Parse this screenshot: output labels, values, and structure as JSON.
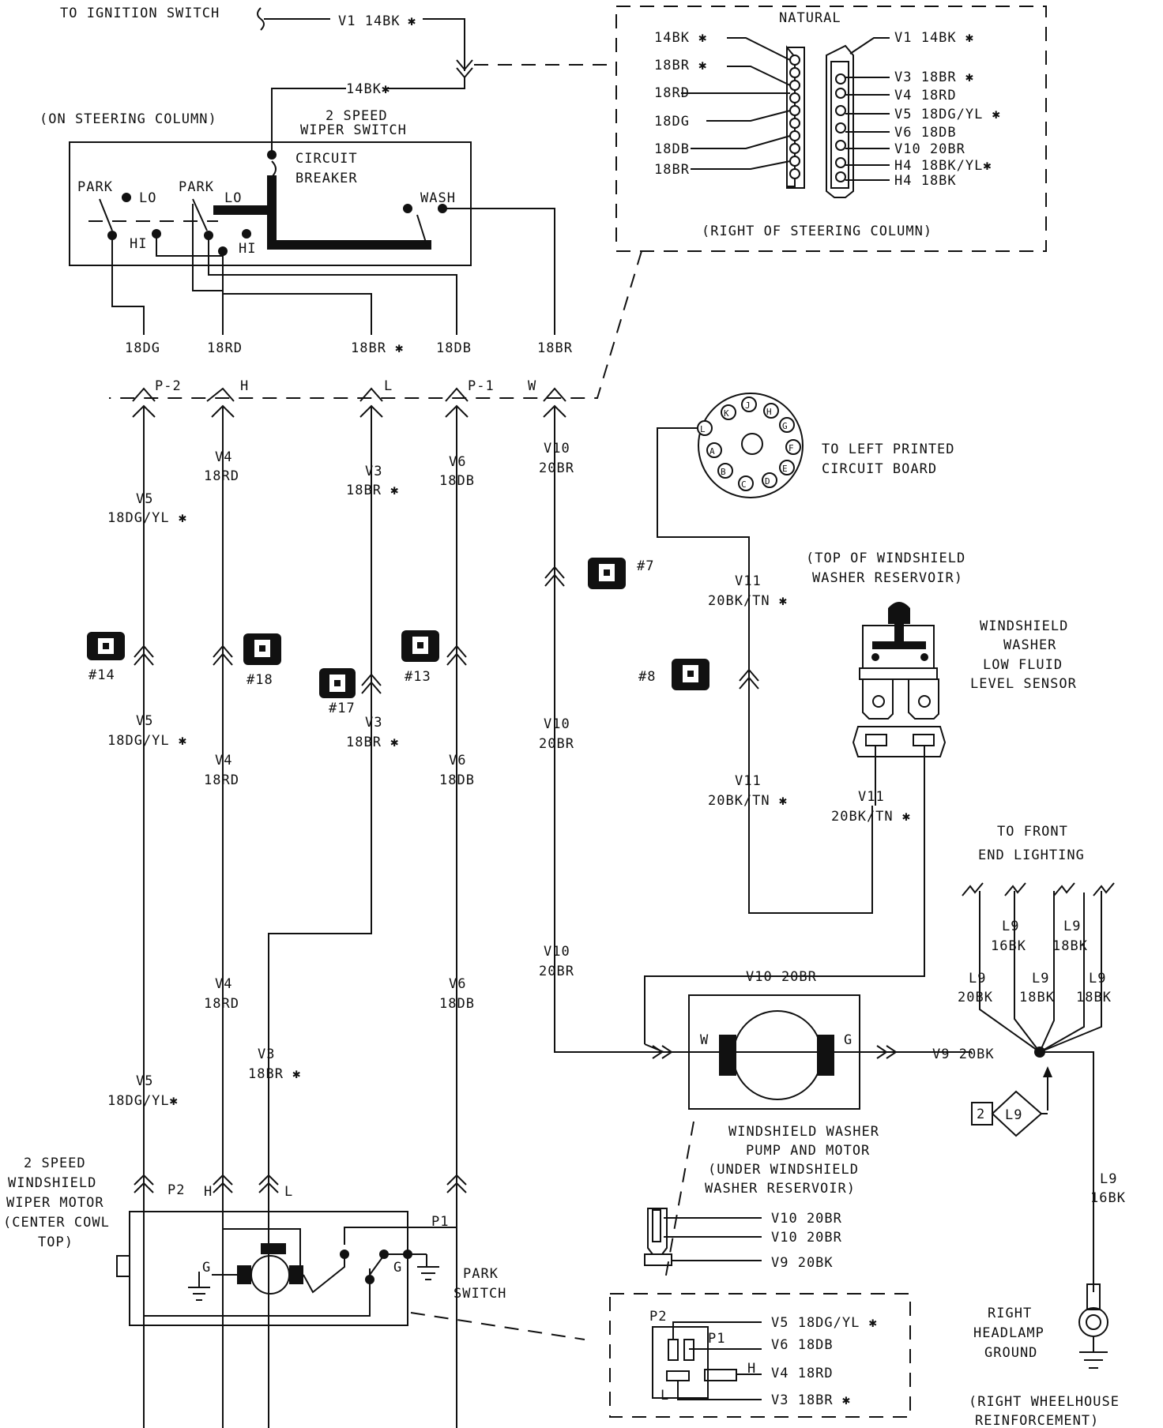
{
  "ignition": {
    "label": "TO IGNITION SWITCH",
    "wire": "V1 14BK",
    "star": "✱",
    "wire2": "14BK✱"
  },
  "switch": {
    "location": "(ON STEERING COLUMN)",
    "title1": "2 SPEED",
    "title2": "WIPER SWITCH",
    "cb1": "CIRCUIT",
    "cb2": "BREAKER",
    "park": "PARK",
    "lo": "LO",
    "hi": "HI",
    "wash": "WASH"
  },
  "connector_top": {
    "natural": "NATURAL",
    "location": "(RIGHT OF STEERING COLUMN)",
    "left": [
      "14BK ✱",
      "18BR ✱",
      "18RD",
      "18DG",
      "18DB",
      "18BR"
    ],
    "right": [
      "V1  14BK  ✱",
      "V3  18BR  ✱",
      "V4  18RD",
      "V5  18DG/YL  ✱",
      "V6  18DB",
      "V10 20BR",
      "H4  18BK/YL✱",
      "H4  18BK"
    ]
  },
  "wire_labels_top": [
    "18DG",
    "18RD",
    "18BR ✱",
    "18DB",
    "18BR"
  ],
  "cavity_labels": [
    "P-2",
    "H",
    "L",
    "P-1",
    "W"
  ],
  "circuits": {
    "v5": [
      "V5",
      "18DG/YL ✱",
      "18DG/YL✱"
    ],
    "v4": [
      "V4",
      "18RD"
    ],
    "v3": [
      "V3",
      "18BR ✱"
    ],
    "v6": [
      "V6",
      "18DB"
    ],
    "v10": [
      "V10",
      "20BR"
    ],
    "v11": [
      "V11",
      "20BK/TN ✱"
    ],
    "v9": "V9  20BK",
    "v10_top": "V10  20BR"
  },
  "splices": [
    "#14",
    "#18",
    "#17",
    "#13",
    "#7",
    "#8"
  ],
  "pcb": {
    "label1": "TO LEFT PRINTED",
    "label2": "CIRCUIT BOARD",
    "pins": [
      "L",
      "K",
      "J",
      "H",
      "G",
      "F",
      "E",
      "D",
      "C",
      "B",
      "A"
    ]
  },
  "reservoir": {
    "label1": "(TOP OF WINDSHIELD",
    "label2": "WASHER RESERVOIR)"
  },
  "sensor": {
    "l1": "WINDSHIELD",
    "l2": "WASHER",
    "l3": "LOW FLUID",
    "l4": "LEVEL SENSOR"
  },
  "front": {
    "l1": "TO FRONT",
    "l2": "END LIGHTING",
    "l9": "L9",
    "w16": "16BK",
    "w18": "18BK",
    "w20": "20BK",
    "ref_num": "2",
    "ref_txt": "L9"
  },
  "pump": {
    "w": "W",
    "g": "G",
    "l1": "WINDSHIELD WASHER",
    "l2": "PUMP AND MOTOR",
    "l3": "(UNDER WINDSHIELD",
    "l4": "WASHER RESERVOIR)",
    "conn": [
      "V10  20BR",
      "V10  20BR",
      "V9  20BK"
    ]
  },
  "motor": {
    "l1": "2 SPEED",
    "l2": "WINDSHIELD",
    "l3": "WIPER MOTOR",
    "l4": "(CENTER COWL",
    "l5": "TOP)",
    "p2": "P2",
    "h": "H",
    "l": "L",
    "p1": "P1",
    "g": "G",
    "park1": "PARK",
    "park2": "SWITCH"
  },
  "motor_conn": {
    "p2": "P2",
    "p1": "P1",
    "h": "H",
    "l": "L",
    "rows": [
      "V5  18DG/YL  ✱",
      "V6  18DB",
      "V4  18RD",
      "V3  18BR  ✱"
    ]
  },
  "ground": {
    "l1": "RIGHT",
    "l2": "HEADLAMP",
    "l3": "GROUND",
    "l4": "(RIGHT WHEELHOUSE",
    "l5": "REINFORCEMENT)"
  }
}
